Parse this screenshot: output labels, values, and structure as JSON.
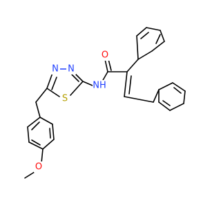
{
  "atoms": {
    "carbonyl_oxygen": {
      "text": "O",
      "color": "#ff0d0d"
    },
    "amide_nitrogen": {
      "text": "NH",
      "color": "#1f3fff"
    },
    "ring_nitrogen_upper_left": {
      "text": "N",
      "color": "#1f3fff"
    },
    "ring_nitrogen_upper_right": {
      "text": "N",
      "color": "#1f3fff"
    },
    "ring_sulfur": {
      "text": "S",
      "color": "#b5a000"
    },
    "methoxy_oxygen": {
      "text": "O",
      "color": "#ff0d0d"
    }
  }
}
